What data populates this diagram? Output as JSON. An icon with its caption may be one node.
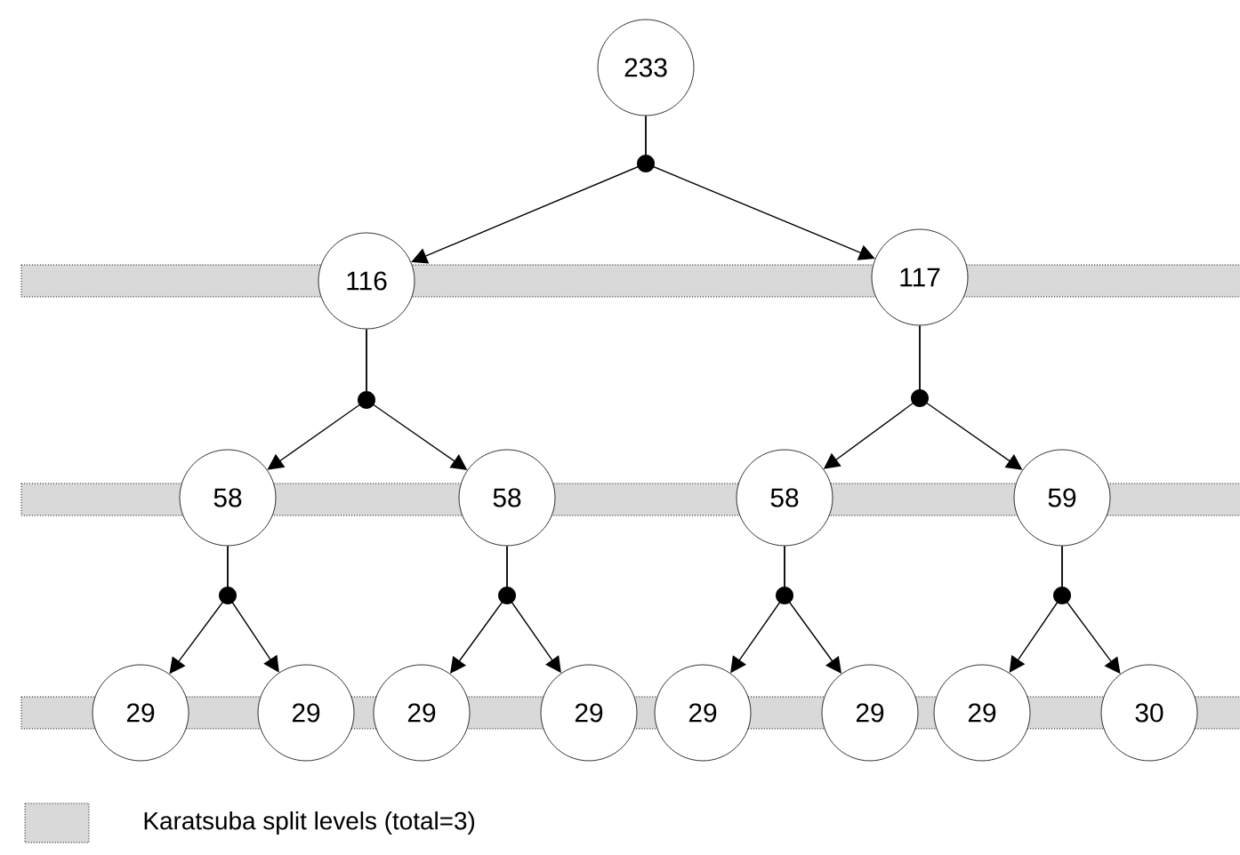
{
  "diagram": {
    "nodes": [
      {
        "text": [
          "233"
        ]
      },
      {
        "text": [
          "116"
        ]
      },
      {
        "text": [
          "117"
        ]
      },
      {
        "text": [
          "58"
        ]
      },
      {
        "text": [
          "58"
        ]
      },
      {
        "text": [
          "58"
        ]
      },
      {
        "text": [
          "59"
        ]
      },
      {
        "text": [
          "29"
        ]
      },
      {
        "text": [
          "29"
        ]
      },
      {
        "text": [
          "29"
        ]
      },
      {
        "text": [
          "29"
        ]
      },
      {
        "text": [
          "29"
        ]
      },
      {
        "text": [
          "29"
        ]
      },
      {
        "text": [
          "29"
        ]
      },
      {
        "text": [
          "30"
        ]
      }
    ],
    "edges": [
      {
        "from": 0,
        "to": 1,
        "arrow": "to"
      },
      {
        "from": 0,
        "to": 2,
        "arrow": "to"
      },
      {
        "from": 1,
        "to": 3,
        "arrow": "to"
      },
      {
        "from": 1,
        "to": 4,
        "arrow": "to"
      },
      {
        "from": 2,
        "to": 5,
        "arrow": "to"
      },
      {
        "from": 2,
        "to": 6,
        "arrow": "to"
      },
      {
        "from": 3,
        "to": 7,
        "arrow": "to"
      },
      {
        "from": 3,
        "to": 8,
        "arrow": "to"
      },
      {
        "from": 4,
        "to": 9,
        "arrow": "to"
      },
      {
        "from": 4,
        "to": 10,
        "arrow": "to"
      },
      {
        "from": 5,
        "to": 11,
        "arrow": "to"
      },
      {
        "from": 5,
        "to": 12,
        "arrow": "to"
      },
      {
        "from": 6,
        "to": 13,
        "arrow": "to"
      },
      {
        "from": 6,
        "to": 14,
        "arrow": "to"
      }
    ],
    "legend": [
      {
        "text": "Karatsuba split levels (total=3)",
        "color": "#d9d9d9"
      }
    ]
  }
}
